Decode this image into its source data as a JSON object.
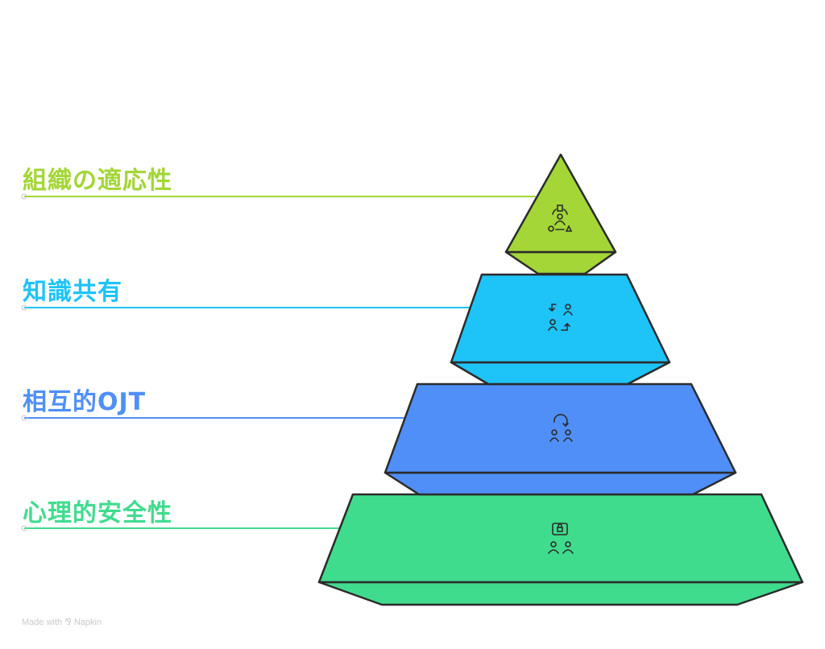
{
  "levels": [
    {
      "label": "組織の適応性",
      "color": "#a3d636",
      "icon": "diversity-people-icon"
    },
    {
      "label": "知識共有",
      "color": "#1ec3f8",
      "icon": "exchange-people-icon"
    },
    {
      "label": "相互的OJT",
      "color": "#4f8ff7",
      "icon": "rotation-people-icon"
    },
    {
      "label": "心理的安全性",
      "color": "#40dc8e",
      "icon": "secure-group-icon"
    }
  ],
  "footer": {
    "text": "Made with ⅋ Napkin"
  }
}
